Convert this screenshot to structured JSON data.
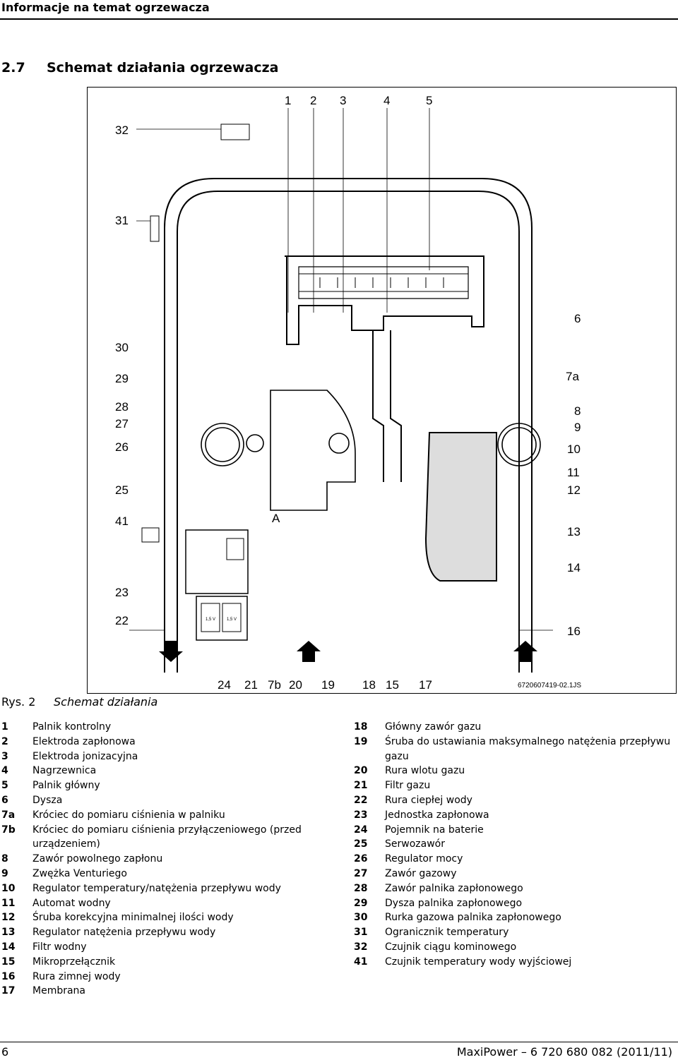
{
  "header": {
    "title": "Informacje na temat ogrzewacza"
  },
  "section": {
    "number": "2.7",
    "title": "Schemat działania ogrzewacza"
  },
  "figure": {
    "code": "6720607419-02.1JS",
    "letter_a": "A",
    "battery_label_1": "1,5 V",
    "battery_label_2": "1,5 V",
    "labels": {
      "top": [
        "1",
        "2",
        "3",
        "4",
        "5"
      ],
      "left": [
        "32",
        "31",
        "30",
        "29",
        "28",
        "27",
        "26",
        "25",
        "41",
        "23",
        "22"
      ],
      "right": [
        "6",
        "7a",
        "8",
        "9",
        "10",
        "11",
        "12",
        "13",
        "14",
        "16"
      ],
      "bottom": [
        "24",
        "21",
        "7b",
        "20",
        "19",
        "18",
        "15",
        "17"
      ]
    }
  },
  "caption": {
    "number": "Rys. 2",
    "text": "Schemat działania"
  },
  "legend_left": [
    {
      "n": "1",
      "t": "Palnik kontrolny"
    },
    {
      "n": "2",
      "t": "Elektroda zapłonowa"
    },
    {
      "n": "3",
      "t": "Elektroda jonizacyjna"
    },
    {
      "n": "4",
      "t": "Nagrzewnica"
    },
    {
      "n": "5",
      "t": "Palnik główny"
    },
    {
      "n": "6",
      "t": "Dysza"
    },
    {
      "n": "7a",
      "t": "Króciec do pomiaru ciśnienia w palniku"
    },
    {
      "n": "7b",
      "t": "Króciec do pomiaru ciśnienia przyłączeniowego (przed urządzeniem)"
    },
    {
      "n": "8",
      "t": "Zawór powolnego zapłonu"
    },
    {
      "n": "9",
      "t": "Zwężka Venturiego"
    },
    {
      "n": "10",
      "t": "Regulator temperatury/natężenia przepływu wody"
    },
    {
      "n": "11",
      "t": "Automat wodny"
    },
    {
      "n": "12",
      "t": "Śruba korekcyjna minimalnej ilości wody"
    },
    {
      "n": "13",
      "t": "Regulator natężenia przepływu wody"
    },
    {
      "n": "14",
      "t": "Filtr wodny"
    },
    {
      "n": "15",
      "t": "Mikroprzełącznik"
    },
    {
      "n": "16",
      "t": "Rura zimnej wody"
    },
    {
      "n": "17",
      "t": "Membrana"
    }
  ],
  "legend_right": [
    {
      "n": "18",
      "t": "Główny zawór gazu"
    },
    {
      "n": "19",
      "t": "Śruba do ustawiania maksymalnego natężenia przepływu gazu"
    },
    {
      "n": "20",
      "t": "Rura wlotu gazu"
    },
    {
      "n": "21",
      "t": "Filtr gazu"
    },
    {
      "n": "22",
      "t": "Rura ciepłej wody"
    },
    {
      "n": "23",
      "t": "Jednostka zapłonowa"
    },
    {
      "n": "24",
      "t": "Pojemnik na baterie"
    },
    {
      "n": "25",
      "t": "Serwozawór"
    },
    {
      "n": "26",
      "t": "Regulator mocy"
    },
    {
      "n": "27",
      "t": "Zawór gazowy"
    },
    {
      "n": "28",
      "t": "Zawór palnika zapłonowego"
    },
    {
      "n": "29",
      "t": "Dysza palnika zapłonowego"
    },
    {
      "n": "30",
      "t": "Rurka gazowa palnika zapłonowego"
    },
    {
      "n": "31",
      "t": "Ogranicznik temperatury"
    },
    {
      "n": "32",
      "t": "Czujnik ciągu kominowego"
    },
    {
      "n": "41",
      "t": "Czujnik temperatury wody wyjściowej"
    }
  ],
  "footer": {
    "page": "6",
    "doc": "MaxiPower – 6 720 680 082 (2011/11)"
  }
}
